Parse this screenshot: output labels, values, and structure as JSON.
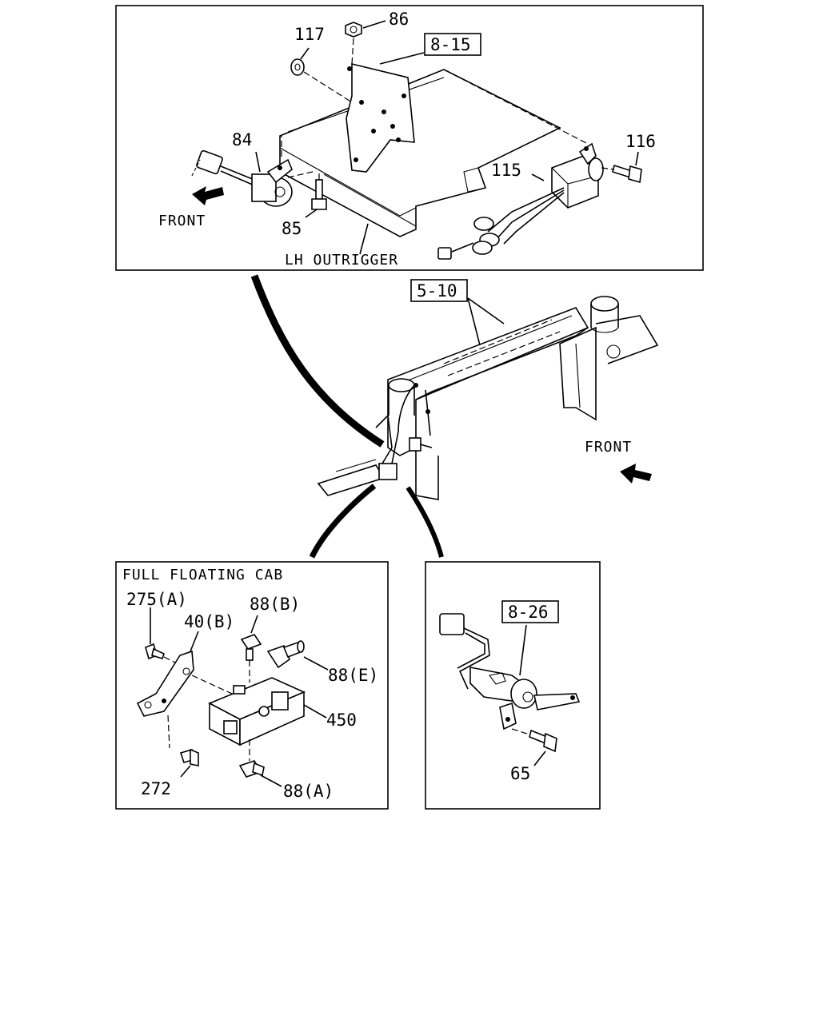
{
  "top_panel": {
    "labels": {
      "p86": "86",
      "p117": "117",
      "p84": "84",
      "p85": "85",
      "p115": "115",
      "p116": "116",
      "ref_8_15": "8-15",
      "front": "FRONT",
      "outrigger": "LH OUTRIGGER"
    }
  },
  "middle": {
    "labels": {
      "ref_5_10": "5-10",
      "front": "FRONT"
    }
  },
  "bottom_left_panel": {
    "title": "FULL FLOATING CAB",
    "labels": {
      "p275a": "275(A)",
      "p40b": "40(B)",
      "p88b": "88(B)",
      "p88e": "88(E)",
      "p450": "450",
      "p272": "272",
      "p88a": "88(A)"
    }
  },
  "bottom_right_panel": {
    "labels": {
      "ref_8_26": "8-26",
      "p65": "65"
    }
  }
}
